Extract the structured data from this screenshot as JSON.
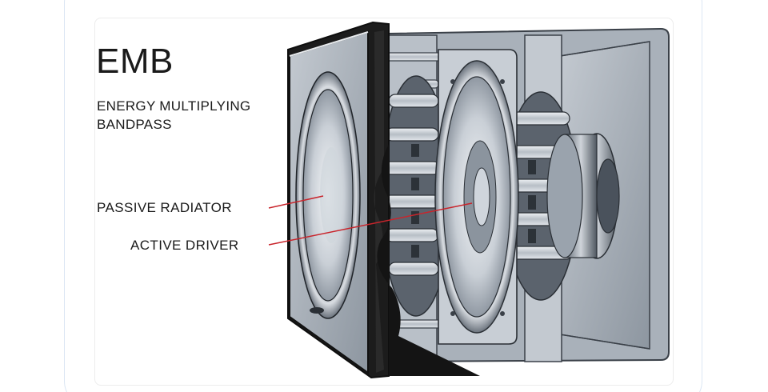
{
  "diagram": {
    "title": "EMB",
    "subtitle_lines": [
      "ENERGY MULTIPLYING",
      "BANDPASS"
    ],
    "labels": {
      "passive_radiator": "PASSIVE RADIATOR",
      "active_driver": "ACTIVE DRIVER"
    }
  },
  "colors": {
    "leader_line": "#c9252c",
    "text": "#1a1a1a",
    "outer_card_border": "#dbe6f3",
    "inner_card_border": "#ececec",
    "cabinet_dark": "#1c1c1c",
    "metal_light": "#dfe3e8",
    "metal_mid": "#9aa3ad",
    "metal_dark": "#4a525c"
  }
}
